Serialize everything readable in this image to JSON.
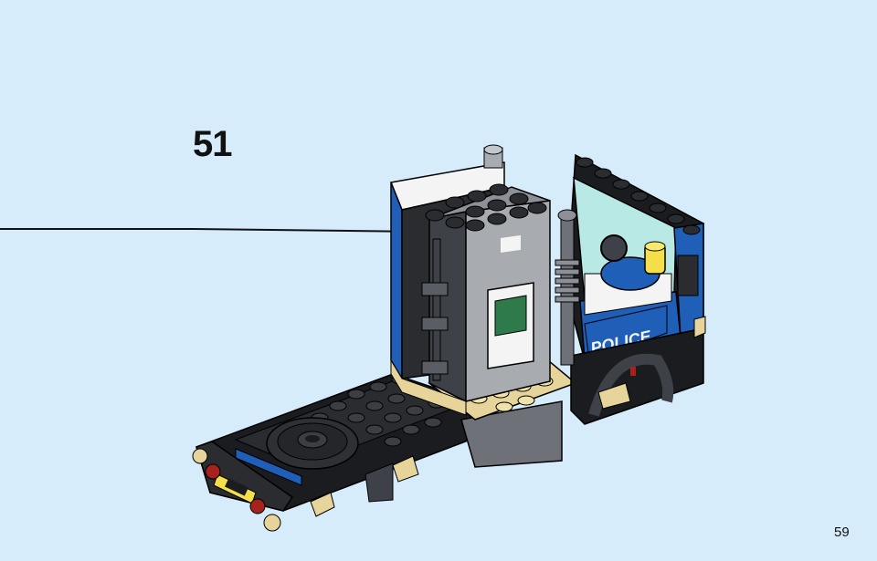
{
  "instruction_page": {
    "step_number": "51",
    "page_number": "59"
  },
  "model": {
    "door_label": "POLICE",
    "colors": {
      "background": "#d6ecfb",
      "body_blue": "#1f5fb8",
      "dark_grey": "#3e4248",
      "light_grey": "#a8abb0",
      "black": "#1b1c1f",
      "white": "#f4f4f4",
      "tan": "#e6d49a",
      "yellow": "#f4df4a",
      "red": "#a5221d",
      "trans_glass": "#b8e9e4",
      "sticker_green": "#2f7a4a"
    }
  }
}
